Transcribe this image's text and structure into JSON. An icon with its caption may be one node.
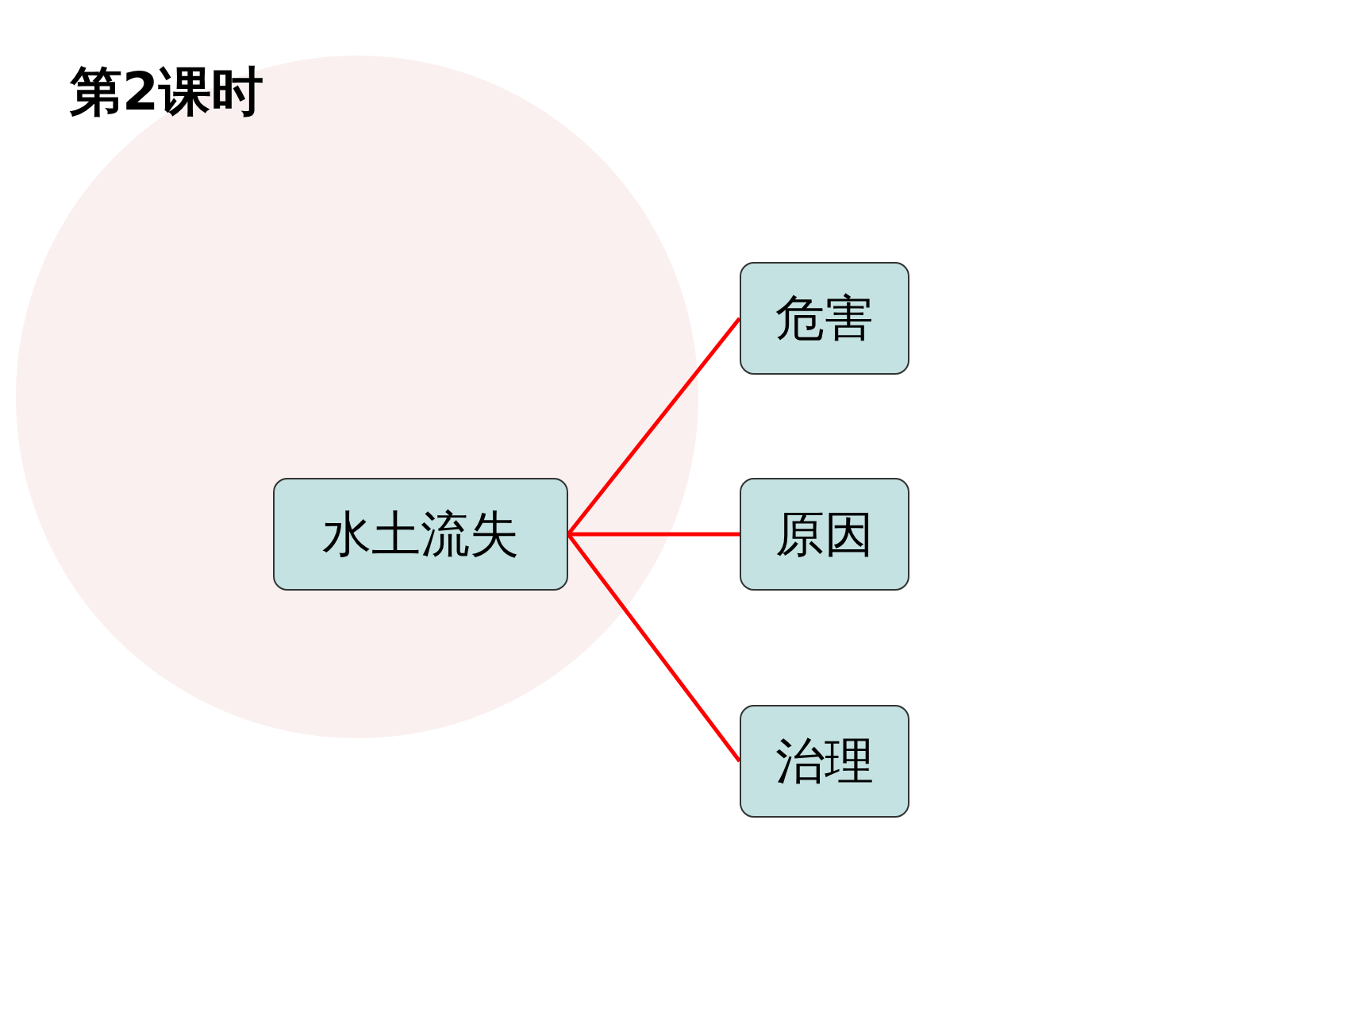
{
  "diagram": {
    "title": "第2课时",
    "nodes": [
      {
        "text": [
          "水土流失"
        ]
      },
      {
        "text": [
          "危害"
        ]
      },
      {
        "text": [
          "原因"
        ]
      },
      {
        "text": [
          "治理"
        ]
      }
    ],
    "edges": [
      {
        "from": 0,
        "to": 1,
        "arrow": "none"
      },
      {
        "from": 0,
        "to": 2,
        "arrow": "none"
      },
      {
        "from": 0,
        "to": 3,
        "arrow": "none"
      }
    ]
  }
}
